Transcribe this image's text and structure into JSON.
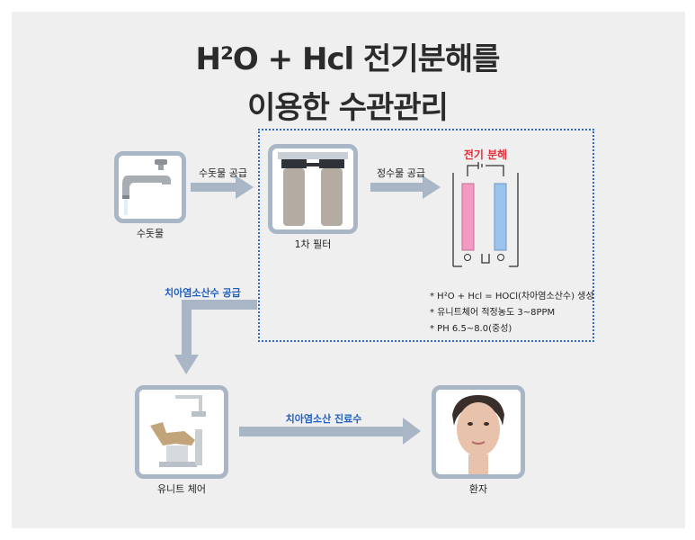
{
  "title": {
    "line1": "H²O + Hcl 전기분해를",
    "line2": "이용한 수관관리"
  },
  "nodes": {
    "tap": {
      "label": "수돗물",
      "icon": "faucet-icon"
    },
    "filter": {
      "label": "1차 필터",
      "icon": "water-filter-icon"
    },
    "electrolysis": {
      "label": "전기 분해",
      "icon": "electrolysis-cell-icon"
    },
    "chair": {
      "label": "유니트 체어",
      "icon": "dental-chair-icon"
    },
    "patient": {
      "label": "환자",
      "icon": "patient-face-icon"
    }
  },
  "arrows": {
    "tap_to_filter": "수돗물 공급",
    "filter_to_cell": "정수물 공급",
    "cell_to_chair": "치아염소산수 공급",
    "chair_to_patient": "치아염소산 진료수"
  },
  "notes": [
    "* H²O + Hcl = HOCl(차아염소산수) 생성",
    "* 유니트체어 적정농도 3~8PPM",
    "* PH 6.5~8.0(중성)"
  ],
  "colors": {
    "frame": "#a8b6c6",
    "arrow": "#a8b6c6",
    "dotted_border": "#2f66c9",
    "accent_blue": "#1f5fbf",
    "accent_red": "#e0303a",
    "cell_pink": "#f29ac2",
    "cell_blue": "#9cc3ec"
  }
}
